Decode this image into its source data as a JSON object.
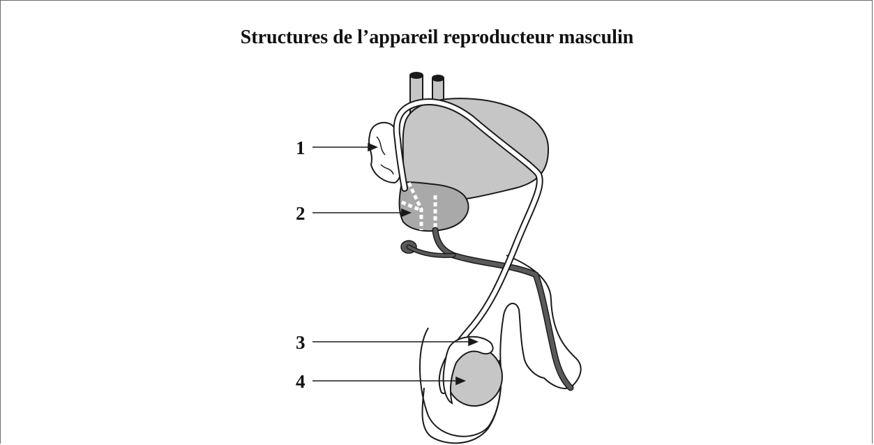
{
  "title": "Structures de l’appareil reproducteur masculin",
  "labels": [
    {
      "number": "1"
    },
    {
      "number": "2"
    },
    {
      "number": "3"
    },
    {
      "number": "4"
    }
  ],
  "colors": {
    "organ_fill": "#c6c6c6",
    "dark_duct": "#5a5a5a",
    "prostate_fill": "#a9a9a9",
    "line": "#1a1a1a"
  }
}
